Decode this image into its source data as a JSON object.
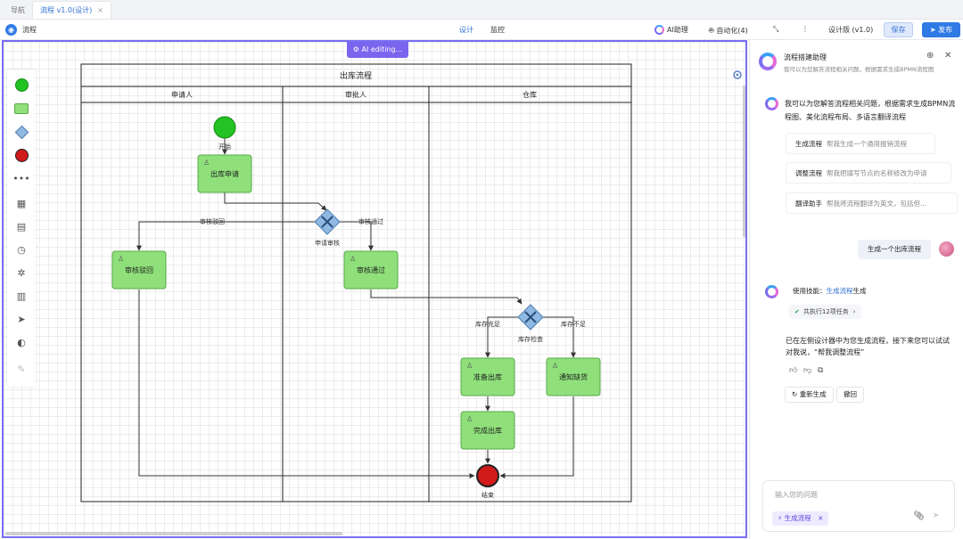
{
  "tabs": [
    {
      "label": "导航",
      "active": false
    },
    {
      "label": "流程 v1.0(设计)",
      "active": true,
      "close": "×"
    }
  ],
  "header": {
    "title": "流程",
    "tabs": [
      "设计",
      "监控"
    ],
    "ai_assistant": "AI助理",
    "automation": "自动化(4)",
    "version": "设计版 (v1.0)",
    "save": "保存",
    "publish": "发布",
    "more": "⋮",
    "pin": "⤡"
  },
  "canvas": {
    "ai_badge": "AI editing...",
    "pool_title": "出库流程",
    "lanes": [
      "申请人",
      "审批人",
      "仓库"
    ],
    "nodes": {
      "start": "开始",
      "apply": "出库申请",
      "gateway_review": "申请审核",
      "reject": "审核驳回",
      "approve": "审核通过",
      "gateway_stock": "库存检查",
      "prepare": "准备出库",
      "notify": "通知缺货",
      "complete": "完成出库",
      "end": "结束"
    },
    "edges": {
      "rejected": "审核驳回",
      "passed": "审核通过",
      "stock_ok": "库存充足",
      "stock_low": "库存不足"
    },
    "palette": [
      "start-event",
      "user-task",
      "gateway",
      "end-event",
      "more",
      "table",
      "document",
      "timer",
      "bug",
      "layout",
      "navigate",
      "palette",
      "wand"
    ]
  },
  "assistant": {
    "title": "流程搭建助理",
    "subtitle": "我可以为您解答流程相关问题，根据需求生成BPMN流程图",
    "intro": "我可以为您解答流程相关问题，根据需求生成BPMN流程图、美化流程布局、多语言翻译流程",
    "suggestions": [
      {
        "key": "生成流程",
        "value": "帮我生成一个通用报销流程"
      },
      {
        "key": "调整流程",
        "value": "帮我把填写节点的名称修改为申请"
      },
      {
        "key": "翻译助手",
        "value": "帮我将流程翻译为英文，包括但..."
      }
    ],
    "user_message": "生成一个出库流程",
    "skill_prefix": "使用技能：",
    "skill_name": "生成流程",
    "skill_suffix": "生成",
    "tasks": "共执行12项任务",
    "reply": "已在左侧设计器中为您生成流程，接下来您可以试试对我说，“帮我调整流程”",
    "regenerate": "重新生成",
    "undo": "撤回",
    "input_placeholder": "输入您的问题",
    "chip": "生成流程"
  },
  "colors": {
    "accent": "#2f7ae5",
    "ai_purple": "#7b65ee",
    "task_fill": "#8fe07a",
    "task_stroke": "#5aa84a",
    "gateway_fill": "#8fb8e2",
    "start_fill": "#22c322",
    "end_fill": "#d11a1a"
  }
}
